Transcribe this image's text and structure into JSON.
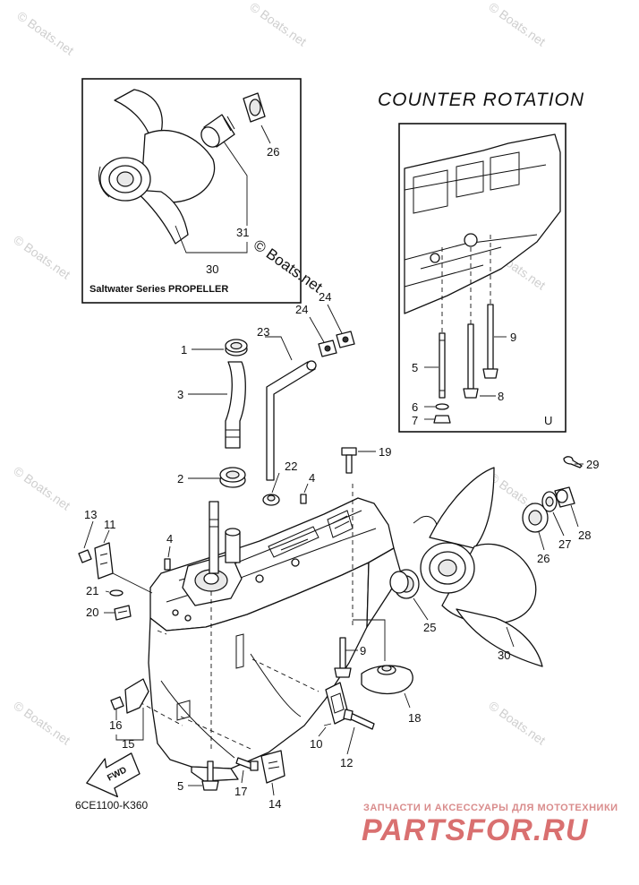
{
  "diagram": {
    "title": "COUNTER  ROTATION",
    "inset_caption": "Saltwater Series PROPELLER",
    "diagram_code": "6CE1100-K360",
    "direction_label": "FWD",
    "inset_label": "U",
    "watermark": "© Boats.net",
    "brand": {
      "subtitle": "ЗАПЧАСТИ И АКСЕССУАРЫ ДЛЯ МОТОТЕХНИКИ",
      "name": "PARTSFOR.RU",
      "color": "#d97070"
    }
  },
  "callouts": {
    "c1": "1",
    "c2": "2",
    "c3": "3",
    "c4a": "4",
    "c4b": "4",
    "c5a": "5",
    "c5b": "5",
    "c6": "6",
    "c7": "7",
    "c8": "8",
    "c9a": "9",
    "c9b": "9",
    "c10": "10",
    "c11": "11",
    "c12": "12",
    "c13": "13",
    "c14": "14",
    "c15": "15",
    "c16": "16",
    "c17": "17",
    "c18": "18",
    "c19": "19",
    "c20": "20",
    "c21": "21",
    "c22": "22",
    "c23": "23",
    "c24a": "24",
    "c24b": "24",
    "c25": "25",
    "c26a": "26",
    "c26b": "26",
    "c27": "27",
    "c28": "28",
    "c29": "29",
    "c30a": "30",
    "c30b": "30",
    "c31": "31"
  }
}
